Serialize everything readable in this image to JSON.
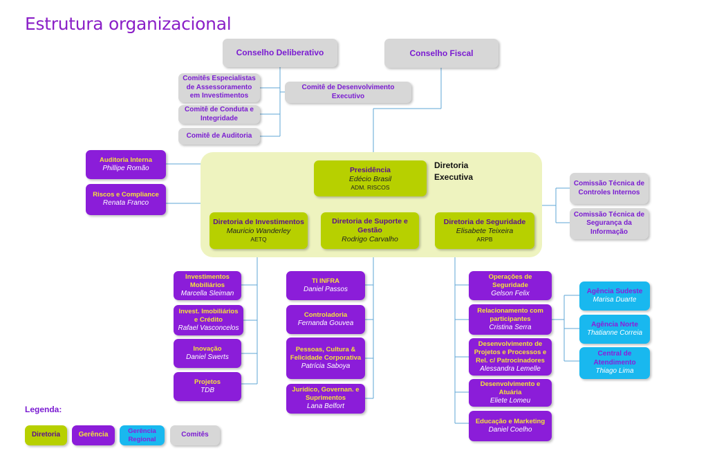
{
  "title": "Estrutura organizacional",
  "conselho_deliberativo": "Conselho Deliberativo",
  "conselho_fiscal": "Conselho Fiscal",
  "comites": {
    "especialistas": "Comitês Especialistas de Assessoramento em Investimentos",
    "desenvolvimento": "Comitê de Desenvolvimento Executivo",
    "conduta": "Comitê de Conduta e Integridade",
    "auditoria": "Comitê de Auditoria"
  },
  "auditoria_interna": {
    "label": "Auditoria Interna",
    "person": "Phillipe Romão"
  },
  "riscos": {
    "label": "Riscos e Compliance",
    "person": "Renata Franco"
  },
  "diretoria_executiva_label": "Diretoria Executiva",
  "presidencia": {
    "label": "Presidência",
    "person": "Edécio Brasil",
    "sub": "ADM. RISCOS"
  },
  "dir_investimentos": {
    "label": "Diretoria de Investimentos",
    "person": "Mauricio Wanderley",
    "sub": "AETQ"
  },
  "dir_suporte": {
    "label": "Diretoria de Suporte e Gestão",
    "person": "Rodrigo Carvalho"
  },
  "dir_seguridade": {
    "label": "Diretoria de Seguridade",
    "person": "Elisabete Teixeira",
    "sub": "ARPB"
  },
  "comissao_controles": "Comissão Técnica de Controles Internos",
  "comissao_seguranca": "Comissão Técnica de Segurança da Informação",
  "investimentos_items": [
    {
      "label": "Investimentos Mobiliários",
      "person": "Marcella Sleiman"
    },
    {
      "label": "Invest. Imobiliários e Crédito",
      "person": "Rafael Vasconcelos"
    },
    {
      "label": "Inovação",
      "person": "Daniel Swerts"
    },
    {
      "label": "Projetos",
      "person": "TDB"
    }
  ],
  "suporte_items": [
    {
      "label": "TI INFRA",
      "person": "Daniel Passos"
    },
    {
      "label": "Controladoria",
      "person": "Fernanda Gouvea"
    },
    {
      "label": "Pessoas, Cultura & Felicidade Corporativa",
      "person": "Patrícia Saboya"
    },
    {
      "label": "Jurídico, Governan. e Suprimentos",
      "person": "Lana Belfort"
    }
  ],
  "seguridade_items": [
    {
      "label": "Operações de Seguridade",
      "person": "Gelson Felix"
    },
    {
      "label": "Relacionamento com participantes",
      "person": "Cristina Serra"
    },
    {
      "label": "Desenvolvimento de Projetos e Processos e Rel. c/ Patrocinadores",
      "person": "Alessandra Lemelle"
    },
    {
      "label": "Desenvolvimento e Atuária",
      "person": "Eliete Lomeu"
    },
    {
      "label": "Educação e Marketing",
      "person": "Daniel Coelho"
    }
  ],
  "regionais": [
    {
      "label": "Agência Sudeste",
      "person": "Marisa Duarte"
    },
    {
      "label": "Agência Norte",
      "person": "Thatianne Correia"
    },
    {
      "label": "Central de Atendimento",
      "person": "Thiago Lima"
    }
  ],
  "legend": {
    "label": "Legenda:",
    "diretoria": "Diretoria",
    "gerencia": "Gerência",
    "gerencia_regional": "Gerência Regional",
    "comites": "Comitês"
  },
  "colors": {
    "diretoria": "#b7d000",
    "gerencia": "#8b1dd9",
    "regional": "#19b8ef",
    "comite": "#d7d7d7",
    "title": "#8a1fc7",
    "lines": "#5ea6d6"
  }
}
